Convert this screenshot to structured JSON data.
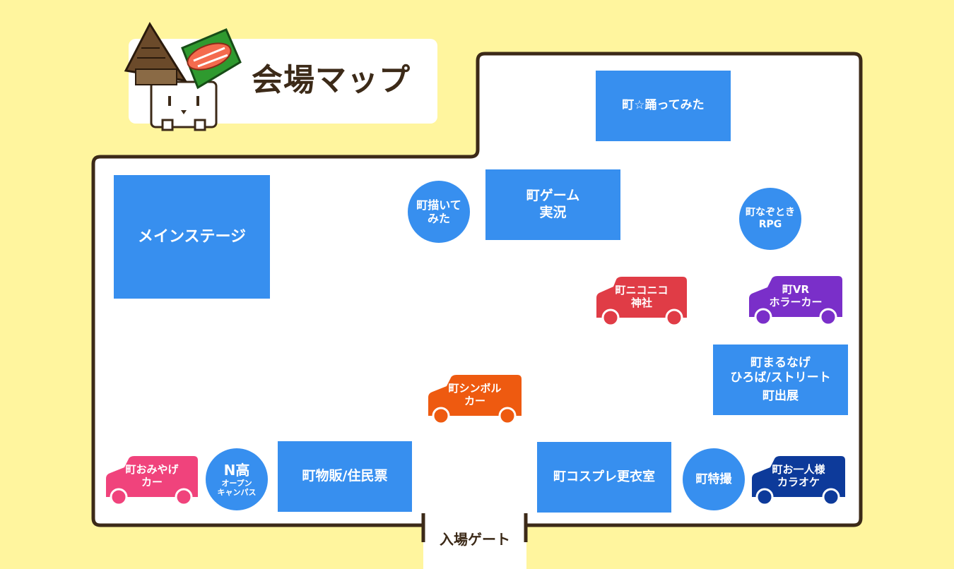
{
  "title": "会場マップ",
  "colors": {
    "background": "#fff59e",
    "floor": "#ffffff",
    "wall": "#3c2a18",
    "booth": "#378fef",
    "car_red": "#e03c46",
    "car_purple": "#7a2fc9",
    "car_orange": "#ee5a10",
    "car_pink": "#f0437c",
    "car_navy": "#0d3a9a"
  },
  "booths": {
    "main_stage": "メインステージ",
    "dance": "町☆踊ってみた",
    "game_line1": "町ゲーム",
    "game_line2": "実況",
    "marunage_line1": "町まるなげ",
    "marunage_line2": "ひろば/ストリート",
    "marunage_line3": "町出展",
    "goods": "町物販/住民票",
    "cosplay": "町コスプレ更衣室"
  },
  "circles": {
    "draw_line1": "町描いて",
    "draw_line2": "みた",
    "nazotoki_line1": "町なぞとき",
    "nazotoki_line2": "RPG",
    "nhigh_line1": "N高",
    "nhigh_line2": "オープン",
    "nhigh_line3": "キャンパス",
    "tokusatsu": "町特撮"
  },
  "cars": {
    "niconico_line1": "町ニコニコ",
    "niconico_line2": "神社",
    "vr_line1": "町VR",
    "vr_line2": "ホラーカー",
    "symbol_line1": "町シンボル",
    "symbol_line2": "カー",
    "omiyage_line1": "町おみやげ",
    "omiyage_line2": "カー",
    "karaoke_line1": "町お一人様",
    "karaoke_line2": "カラオケ"
  },
  "gate": "入場ゲート"
}
